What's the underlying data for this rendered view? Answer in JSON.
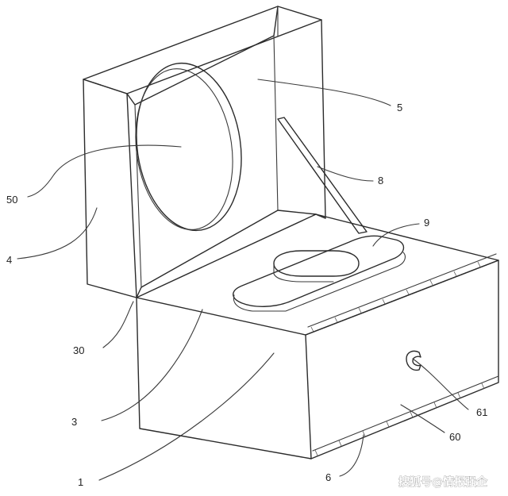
{
  "figure": {
    "reference_labels": [
      {
        "id": "ref-5",
        "text": "5"
      },
      {
        "id": "ref-8",
        "text": "8"
      },
      {
        "id": "ref-50",
        "text": "50"
      },
      {
        "id": "ref-9",
        "text": "9"
      },
      {
        "id": "ref-4",
        "text": "4"
      },
      {
        "id": "ref-30",
        "text": "30"
      },
      {
        "id": "ref-61",
        "text": "61"
      },
      {
        "id": "ref-3",
        "text": "3"
      },
      {
        "id": "ref-60",
        "text": "60"
      },
      {
        "id": "ref-1",
        "text": "1"
      },
      {
        "id": "ref-6",
        "text": "6"
      }
    ],
    "watermark": "搜狐号@情报强企",
    "colors": {
      "line": "#2b2b2b",
      "background": "#ffffff"
    }
  }
}
